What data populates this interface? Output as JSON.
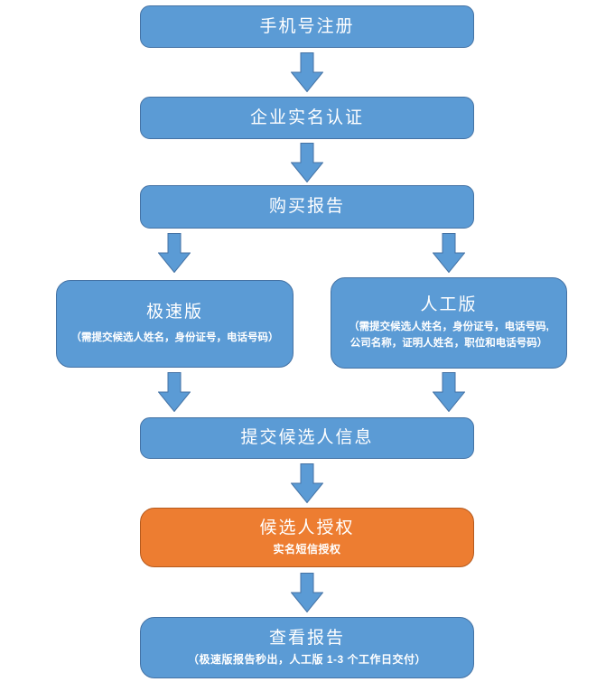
{
  "page": {
    "background": "#FFFFFF"
  },
  "flowchart": {
    "colors": {
      "box_fill": "#5B9BD5",
      "box_border": "#4472A4",
      "highlight_fill": "#ED7D31",
      "highlight_border": "#B55A1E",
      "arrow_fill": "#5B9BD5",
      "arrow_border": "#4472A4",
      "text": "#FFFFFF"
    },
    "nodes": {
      "register": {
        "title": "手机号注册"
      },
      "verify": {
        "title": "企业实名认证"
      },
      "purchase": {
        "title": "购买报告"
      },
      "express": {
        "title": "极速版",
        "subtitle": "（需提交候选人姓名，身份证号，电话号码）"
      },
      "manual": {
        "title": "人工版",
        "subtitle_line1": "（需提交候选人姓名，身份证号，电话号码,",
        "subtitle_line2": "公司名称，证明人姓名，职位和电话号码）"
      },
      "submit": {
        "title": "提交候选人信息"
      },
      "authorize": {
        "title": "候选人授权",
        "subtitle": "实名短信授权"
      },
      "view": {
        "title": "查看报告",
        "subtitle": "（极速版报告秒出，人工版 1-3 个工作日交付）"
      }
    }
  }
}
